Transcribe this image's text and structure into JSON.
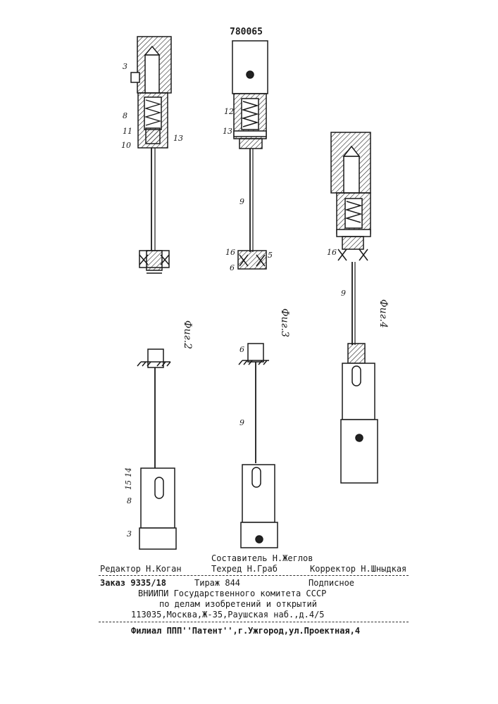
{
  "patent_number": "780065",
  "figures": {
    "fig2": {
      "caption": "Фиг.2",
      "labels": [
        "3",
        "8",
        "11",
        "10",
        "13",
        "15",
        "14",
        "8",
        "3"
      ]
    },
    "fig3": {
      "caption": "Фиг.3",
      "labels": [
        "12",
        "13",
        "9",
        "16",
        "6",
        "5",
        "6",
        "9"
      ]
    },
    "fig4": {
      "caption": "Фиг.4",
      "labels": [
        "16",
        "9"
      ]
    }
  },
  "footer": {
    "compiler": "Составитель Н.Жеглов",
    "editor": "Редактор Н.Коган",
    "techred": "Техред Н.Граб",
    "corrector": "Корректор Н.Шныдкая",
    "order": "Заказ 9335/18",
    "circulation": "Тираж 844",
    "subscription": "Подписное",
    "org_line1": "ВНИИПИ Государственного комитета СССР",
    "org_line2": "по делам изобретений и открытий",
    "address": "113035,Москва,Ж-35,Раушская наб.,д.4/5",
    "branch": "Филиал ППП''Патент'',г.Ужгород,ул.Проектная,4"
  }
}
